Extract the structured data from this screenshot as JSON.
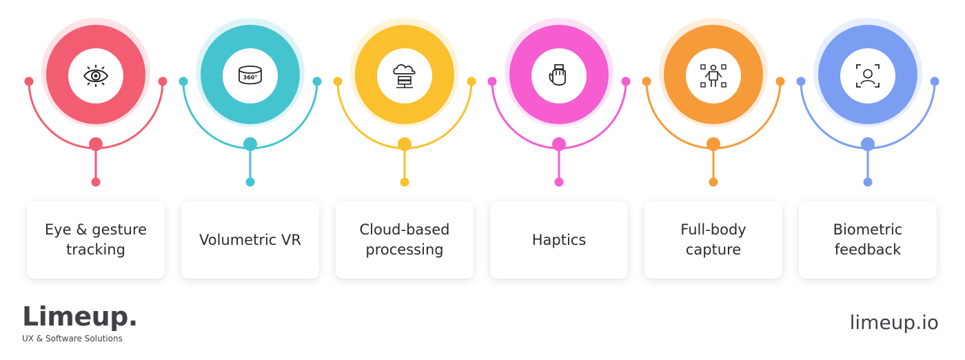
{
  "steps": [
    {
      "label": "Eye & gesture tracking",
      "color": "#f25d72",
      "icon": "eye-icon"
    },
    {
      "label": "Volumetric VR",
      "color": "#45c4cf",
      "icon": "360-view-icon"
    },
    {
      "label": "Cloud-based processing",
      "color": "#fbc02d",
      "icon": "cloud-server-icon"
    },
    {
      "label": "Haptics",
      "color": "#f55dd1",
      "icon": "haptic-glove-icon"
    },
    {
      "label": "Full-body capture",
      "color": "#f69b3a",
      "icon": "body-capture-icon"
    },
    {
      "label": "Biometric feedback",
      "color": "#7b9ef2",
      "icon": "face-scan-icon"
    }
  ],
  "brand": {
    "name": "Limeup.",
    "tagline": "UX & Software Solutions",
    "website": "limeup.io"
  }
}
